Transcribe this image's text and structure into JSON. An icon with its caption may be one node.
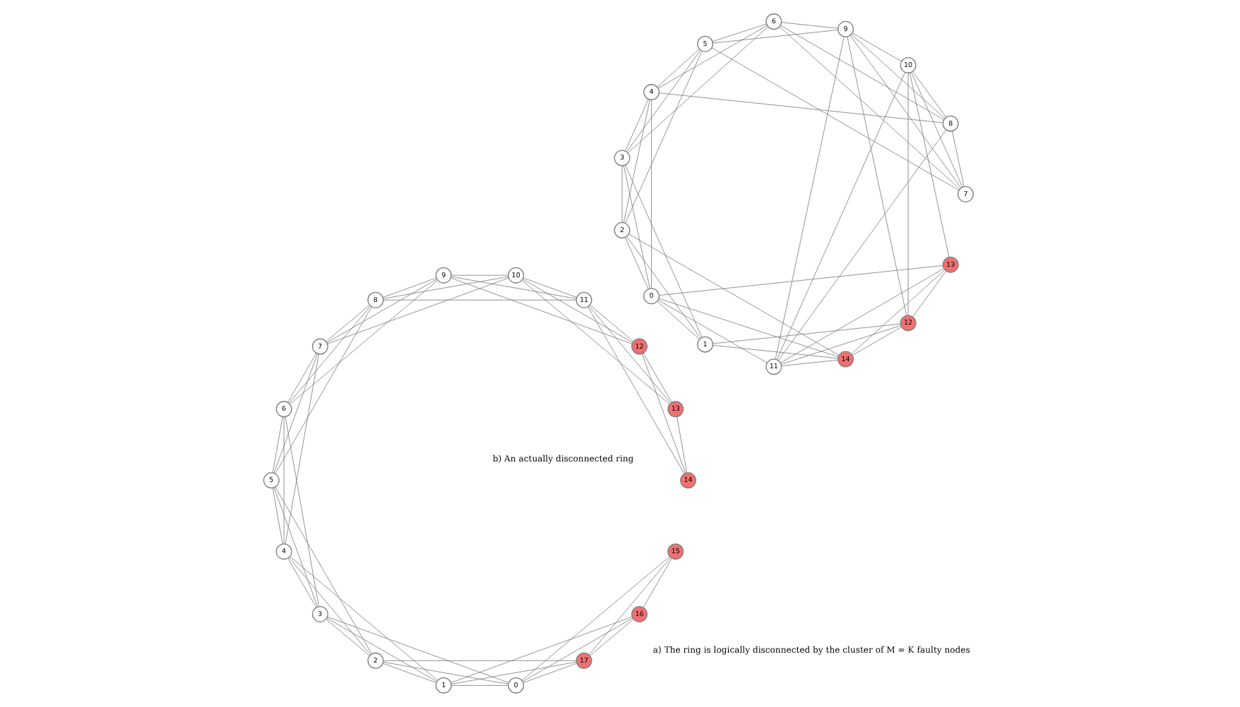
{
  "diagram": {
    "nodes": [
      {
        "text": [
          "0"
        ]
      },
      {
        "text": [
          "1"
        ]
      },
      {
        "text": [
          "2"
        ]
      },
      {
        "text": [
          "3"
        ]
      },
      {
        "text": [
          "4"
        ]
      },
      {
        "text": [
          "5"
        ]
      },
      {
        "text": [
          "6"
        ]
      },
      {
        "text": [
          "7"
        ]
      },
      {
        "text": [
          "8"
        ]
      },
      {
        "text": [
          "9"
        ]
      },
      {
        "text": [
          "10"
        ]
      },
      {
        "text": [
          "11"
        ]
      },
      {
        "text": [
          "12"
        ]
      },
      {
        "text": [
          "13"
        ]
      },
      {
        "text": [
          "14"
        ]
      },
      {
        "text": [
          "0"
        ]
      },
      {
        "text": [
          "1"
        ]
      },
      {
        "text": [
          "2"
        ]
      },
      {
        "text": [
          "3"
        ]
      },
      {
        "text": [
          "4"
        ]
      },
      {
        "text": [
          "5"
        ]
      },
      {
        "text": [
          "6"
        ]
      },
      {
        "text": [
          "7"
        ]
      },
      {
        "text": [
          "8"
        ]
      },
      {
        "text": [
          "9"
        ]
      },
      {
        "text": [
          "10"
        ]
      },
      {
        "text": [
          "11"
        ]
      },
      {
        "text": [
          "12"
        ]
      },
      {
        "text": [
          "13"
        ]
      },
      {
        "text": [
          "14"
        ]
      },
      {
        "text": [
          "15"
        ]
      },
      {
        "text": [
          "16"
        ]
      },
      {
        "text": [
          "17"
        ]
      }
    ],
    "edges": [
      {
        "from": 0,
        "to": 1,
        "arrow": "none"
      },
      {
        "from": 1,
        "to": 2,
        "arrow": "none"
      },
      {
        "from": 2,
        "to": 3,
        "arrow": "none"
      },
      {
        "from": 3,
        "to": 4,
        "arrow": "none"
      },
      {
        "from": 4,
        "to": 5,
        "arrow": "none"
      },
      {
        "from": 5,
        "to": 6,
        "arrow": "none"
      },
      {
        "from": 6,
        "to": 7,
        "arrow": "none"
      },
      {
        "from": 7,
        "to": 8,
        "arrow": "none"
      },
      {
        "from": 8,
        "to": 9,
        "arrow": "none"
      },
      {
        "from": 9,
        "to": 10,
        "arrow": "none"
      },
      {
        "from": 10,
        "to": 11,
        "arrow": "none"
      },
      {
        "from": 11,
        "to": 12,
        "arrow": "none"
      },
      {
        "from": 12,
        "to": 13,
        "arrow": "none"
      },
      {
        "from": 13,
        "to": 14,
        "arrow": "none"
      },
      {
        "from": 0,
        "to": 14,
        "arrow": "none"
      },
      {
        "from": 0,
        "to": 2,
        "arrow": "none"
      },
      {
        "from": 0,
        "to": 13,
        "arrow": "none"
      },
      {
        "from": 0,
        "to": 11,
        "arrow": "none"
      },
      {
        "from": 0,
        "to": 4,
        "arrow": "none"
      },
      {
        "from": 0,
        "to": 3,
        "arrow": "none"
      },
      {
        "from": 1,
        "to": 3,
        "arrow": "none"
      },
      {
        "from": 1,
        "to": 14,
        "arrow": "none"
      },
      {
        "from": 1,
        "to": 12,
        "arrow": "none"
      },
      {
        "from": 2,
        "to": 4,
        "arrow": "none"
      },
      {
        "from": 2,
        "to": 5,
        "arrow": "none"
      },
      {
        "from": 2,
        "to": 14,
        "arrow": "none"
      },
      {
        "from": 3,
        "to": 5,
        "arrow": "none"
      },
      {
        "from": 3,
        "to": 6,
        "arrow": "none"
      },
      {
        "from": 4,
        "to": 6,
        "arrow": "none"
      },
      {
        "from": 4,
        "to": 8,
        "arrow": "none"
      },
      {
        "from": 5,
        "to": 7,
        "arrow": "none"
      },
      {
        "from": 5,
        "to": 9,
        "arrow": "none"
      },
      {
        "from": 6,
        "to": 8,
        "arrow": "none"
      },
      {
        "from": 6,
        "to": 9,
        "arrow": "none"
      },
      {
        "from": 7,
        "to": 9,
        "arrow": "none"
      },
      {
        "from": 7,
        "to": 10,
        "arrow": "none"
      },
      {
        "from": 8,
        "to": 10,
        "arrow": "none"
      },
      {
        "from": 8,
        "to": 11,
        "arrow": "none"
      },
      {
        "from": 9,
        "to": 11,
        "arrow": "none"
      },
      {
        "from": 9,
        "to": 12,
        "arrow": "none"
      },
      {
        "from": 10,
        "to": 12,
        "arrow": "none"
      },
      {
        "from": 10,
        "to": 13,
        "arrow": "none"
      },
      {
        "from": 11,
        "to": 13,
        "arrow": "none"
      },
      {
        "from": 11,
        "to": 14,
        "arrow": "none"
      },
      {
        "from": 12,
        "to": 14,
        "arrow": "none"
      },
      {
        "from": 15,
        "to": 16,
        "arrow": "none"
      },
      {
        "from": 15,
        "to": 17,
        "arrow": "none"
      },
      {
        "from": 15,
        "to": 18,
        "arrow": "none"
      },
      {
        "from": 16,
        "to": 17,
        "arrow": "none"
      },
      {
        "from": 16,
        "to": 18,
        "arrow": "none"
      },
      {
        "from": 16,
        "to": 19,
        "arrow": "none"
      },
      {
        "from": 17,
        "to": 18,
        "arrow": "none"
      },
      {
        "from": 17,
        "to": 19,
        "arrow": "none"
      },
      {
        "from": 17,
        "to": 20,
        "arrow": "none"
      },
      {
        "from": 18,
        "to": 19,
        "arrow": "none"
      },
      {
        "from": 18,
        "to": 20,
        "arrow": "none"
      },
      {
        "from": 18,
        "to": 21,
        "arrow": "none"
      },
      {
        "from": 19,
        "to": 20,
        "arrow": "none"
      },
      {
        "from": 19,
        "to": 21,
        "arrow": "none"
      },
      {
        "from": 19,
        "to": 22,
        "arrow": "none"
      },
      {
        "from": 20,
        "to": 21,
        "arrow": "none"
      },
      {
        "from": 20,
        "to": 22,
        "arrow": "none"
      },
      {
        "from": 20,
        "to": 23,
        "arrow": "none"
      },
      {
        "from": 21,
        "to": 22,
        "arrow": "none"
      },
      {
        "from": 21,
        "to": 23,
        "arrow": "none"
      },
      {
        "from": 21,
        "to": 24,
        "arrow": "none"
      },
      {
        "from": 22,
        "to": 23,
        "arrow": "none"
      },
      {
        "from": 22,
        "to": 24,
        "arrow": "none"
      },
      {
        "from": 22,
        "to": 25,
        "arrow": "none"
      },
      {
        "from": 23,
        "to": 24,
        "arrow": "none"
      },
      {
        "from": 23,
        "to": 25,
        "arrow": "none"
      },
      {
        "from": 23,
        "to": 26,
        "arrow": "none"
      },
      {
        "from": 24,
        "to": 25,
        "arrow": "none"
      },
      {
        "from": 24,
        "to": 26,
        "arrow": "none"
      },
      {
        "from": 24,
        "to": 27,
        "arrow": "none"
      },
      {
        "from": 25,
        "to": 26,
        "arrow": "none"
      },
      {
        "from": 25,
        "to": 27,
        "arrow": "none"
      },
      {
        "from": 25,
        "to": 28,
        "arrow": "none"
      },
      {
        "from": 26,
        "to": 27,
        "arrow": "none"
      },
      {
        "from": 26,
        "to": 28,
        "arrow": "none"
      },
      {
        "from": 26,
        "to": 29,
        "arrow": "none"
      },
      {
        "from": 27,
        "to": 28,
        "arrow": "none"
      },
      {
        "from": 27,
        "to": 29,
        "arrow": "none"
      },
      {
        "from": 28,
        "to": 29,
        "arrow": "none"
      },
      {
        "from": 30,
        "to": 31,
        "arrow": "none"
      },
      {
        "from": 30,
        "to": 32,
        "arrow": "none"
      },
      {
        "from": 30,
        "to": 15,
        "arrow": "none"
      },
      {
        "from": 31,
        "to": 32,
        "arrow": "none"
      },
      {
        "from": 31,
        "to": 15,
        "arrow": "none"
      },
      {
        "from": 31,
        "to": 16,
        "arrow": "none"
      },
      {
        "from": 32,
        "to": 15,
        "arrow": "none"
      },
      {
        "from": 32,
        "to": 16,
        "arrow": "none"
      },
      {
        "from": 32,
        "to": 17,
        "arrow": "none"
      }
    ],
    "labels": [
      "a) The ring is logically disconnected by the cluster of M = K faulty nodes",
      "b) An actually disconnected ring"
    ]
  }
}
